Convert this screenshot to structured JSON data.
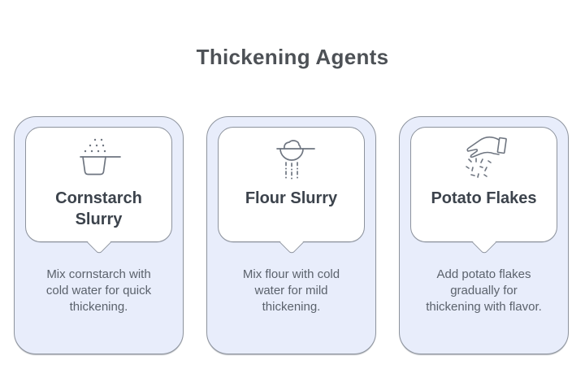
{
  "page": {
    "title": "Thickening Agents"
  },
  "colors": {
    "page_bg": "#ffffff",
    "card_bg": "#e8edfb",
    "card_border": "#8d939d",
    "bubble_bg": "#ffffff",
    "page_title_text": "#4d5156",
    "card_title_text": "#3c434c",
    "desc_text": "#5b626c",
    "icon_stroke": "#6f7681"
  },
  "cards": [
    {
      "icon": "scoop-powder-icon",
      "title": "Cornstarch Slurry",
      "description": "Mix cornstarch with cold water for quick thickening."
    },
    {
      "icon": "flour-sifter-icon",
      "title": "Flour Slurry",
      "description": "Mix flour with cold water for mild thickening."
    },
    {
      "icon": "hand-sprinkle-icon",
      "title": "Potato Flakes",
      "description": "Add potato flakes gradually for thickening with flavor."
    }
  ]
}
